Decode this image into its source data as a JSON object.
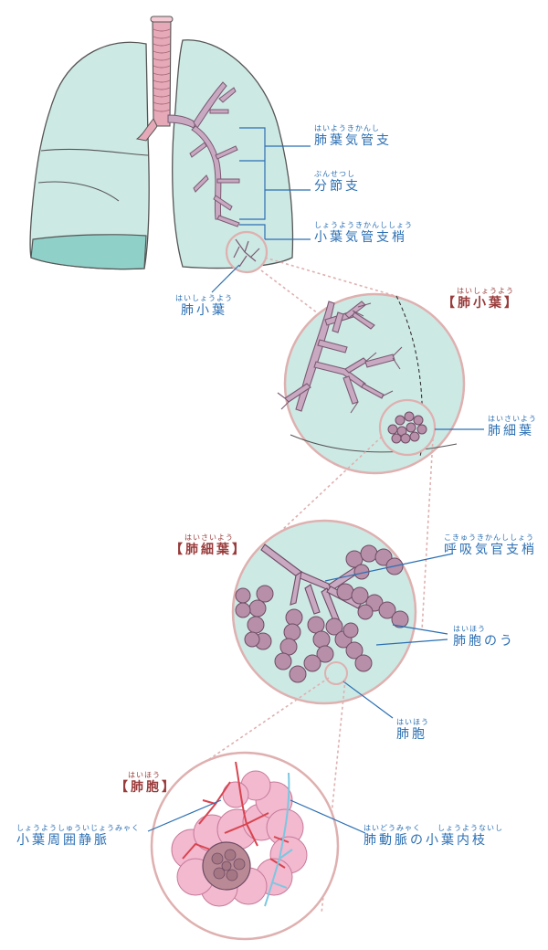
{
  "labels": {
    "lobar_bronchus": {
      "ruby": "はいようきかんし",
      "text": "肺葉気管支"
    },
    "segmental_bronchus": {
      "ruby": "ぶんせつし",
      "text": "分節支"
    },
    "lobular_bronchiole": {
      "ruby": "しょうようきかんししょう",
      "text": "小葉気管支梢"
    },
    "pulmonary_lobule": {
      "ruby": "はいしょうよう",
      "text": "肺小葉"
    },
    "section_lobule": {
      "ruby": "はいしょうよう",
      "text": "【肺小葉】"
    },
    "acinus": {
      "ruby": "はいさいよう",
      "text": "肺細葉"
    },
    "section_acinus": {
      "ruby": "はいさいよう",
      "text": "【肺細葉】"
    },
    "respiratory_bronchiole": {
      "ruby": "こきゅうきかんししょう",
      "text": "呼吸気官支梢"
    },
    "alveolar_sac": {
      "ruby": "はいほう",
      "text": "肺胞のう"
    },
    "alveolus": {
      "ruby": "はいほう",
      "text": "肺胞"
    },
    "section_alveolus": {
      "ruby": "はいほう",
      "text": "【肺胞】"
    },
    "interlobular_vein": {
      "ruby": "しょうようしゅういじょうみゃく",
      "text": "小葉周囲静脈"
    },
    "pulmonary_artery_branch": {
      "ruby": "はいどうみゃく　　しょうようないし",
      "text": "肺動脈の小葉内枝"
    }
  },
  "colors": {
    "lung_fill": "#cde9e4",
    "lung_shadow": "#8fd0c8",
    "bronchus": "#c9a9c2",
    "trachea": "#e6a9b8",
    "circle_border": "#dfb0b0",
    "leader_line": "#2b6fb3",
    "alveolus_pink": "#f2b9cf",
    "artery_red": "#d9434f",
    "vein_blue": "#7cc7e0"
  }
}
